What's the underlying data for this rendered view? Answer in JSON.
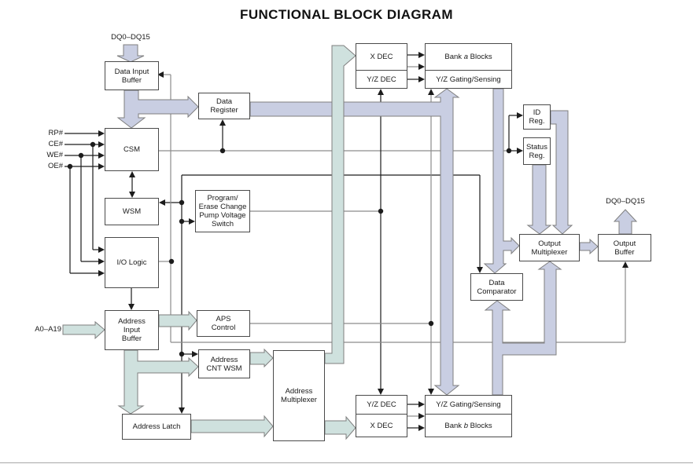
{
  "title": "FUNCTIONAL BLOCK DIAGRAM",
  "colors": {
    "bus_data": "#c9cee2",
    "bus_address": "#cfe1de",
    "bus_border": "#7f7f7f",
    "line_dark": "#1c1c1c",
    "line_gray": "#8c8c8c",
    "box_border": "#4a4a4a",
    "text": "#1a1a1a"
  },
  "signals": {
    "dq_top": "DQ0–DQ15",
    "dq_right": "DQ0–DQ15",
    "addr": "A0–A19",
    "rp": "RP#",
    "ce": "CE#",
    "we": "WE#",
    "oe": "OE#"
  },
  "blocks": {
    "data_input_buffer": "Data Input\nBuffer",
    "data_register": "Data\nRegister",
    "csm": "CSM",
    "wsm": "WSM",
    "pump_switch": "Program/\nErase Change\nPump Voltage\nSwitch",
    "io_logic": "I/O Logic",
    "address_input_buffer": "Address\nInput\nBuffer",
    "aps_control": "APS\nControl",
    "address_cnt_wsm": "Address\nCNT WSM",
    "address_latch": "Address Latch",
    "address_multiplexer": "Address\nMultiplexer",
    "x_dec_top": "X DEC",
    "yz_dec_top": "Y/Z DEC",
    "bank_a": {
      "pre": "Bank ",
      "it": "a",
      "post": " Blocks"
    },
    "yz_gating_top": "Y/Z Gating/Sensing",
    "id_reg": "ID\nReg.",
    "status_reg": "Status\nReg.",
    "output_multiplexer": "Output\nMultiplexer",
    "output_buffer": "Output\nBuffer",
    "data_comparator": "Data\nComparator",
    "yz_dec_bottom": "Y/Z DEC",
    "x_dec_bottom": "X DEC",
    "yz_gating_bottom": "Y/Z Gating/Sensing",
    "bank_b": {
      "pre": "Bank ",
      "it": "b",
      "post": " Blocks"
    }
  }
}
